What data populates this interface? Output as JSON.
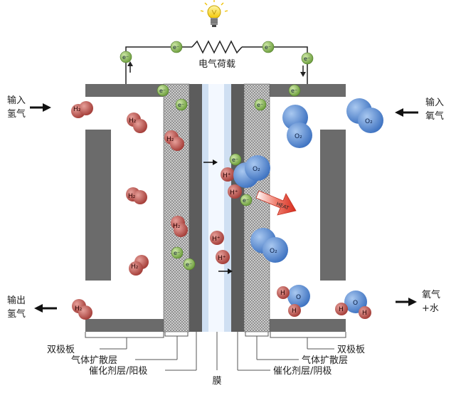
{
  "labels": {
    "load": "电气荷载",
    "input_h2_line1": "输入",
    "input_h2_line2": "氢气",
    "input_o2_line1": "输入",
    "input_o2_line2": "氧气",
    "output_h2_line1": "输出",
    "output_h2_line2": "氢气",
    "output_o2_line1": "氧气",
    "output_o2_line2": "+水",
    "bipolar_left": "双极板",
    "gdl_left": "气体扩散层",
    "catalyst_anode": "催化剂层/阳极",
    "membrane": "膜",
    "catalyst_cathode": "催化剂层/阴极",
    "gdl_right": "气体扩散层",
    "bipolar_right": "双极板",
    "heat": "HEAT"
  },
  "symbols": {
    "electron": "e⁻",
    "hydrogen": "H₂",
    "oxygen": "O₂",
    "proton": "H⁺",
    "water_h": "H",
    "water_o": "O"
  },
  "colors": {
    "hydrogen": "#b94c46",
    "oxygen": "#4e86d6",
    "electron": "#8bbd55",
    "plate": "#6b6b6b",
    "membrane": "#cfdff2",
    "heat": "#e23c2c"
  },
  "icons": [
    "light-bulb-icon",
    "resistor-icon"
  ]
}
